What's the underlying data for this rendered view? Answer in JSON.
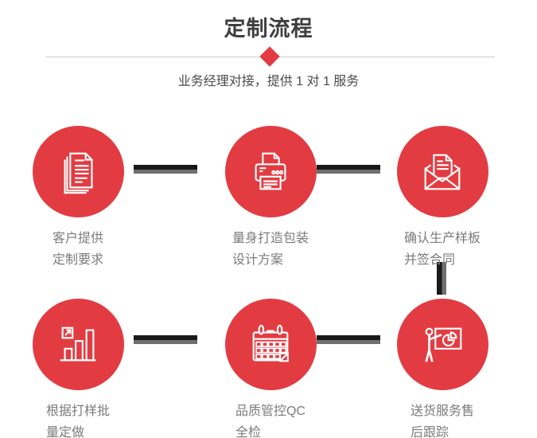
{
  "header": {
    "title": "定制流程",
    "subtitle": "业务经理对接，提供 1 对 1 服务"
  },
  "colors": {
    "accent": "#e23c42",
    "connector_dark": "#191919",
    "connector_gray": "#6f6f6f",
    "title_text": "#3f3f3f",
    "subtitle_text": "#4a4a4a",
    "label_text": "#7b7b7b",
    "divider": "#cccccc",
    "icon_stroke": "#ffffff"
  },
  "steps": [
    {
      "icon": "documents-icon",
      "line1": "客户提供",
      "line2": "定制要求"
    },
    {
      "icon": "printer-icon",
      "line1": "量身打造包装",
      "line2": "设计方案"
    },
    {
      "icon": "envelope-icon",
      "line1": "确认生产样板",
      "line2": "并签合同"
    },
    {
      "icon": "bar-chart-icon",
      "line1": "根据打样批",
      "line2": "量定做"
    },
    {
      "icon": "calendar-icon",
      "line1": "品质管控QC",
      "line2": "全检"
    },
    {
      "icon": "presentation-icon",
      "line1": "送货服务售",
      "line2": "后跟踪"
    }
  ]
}
